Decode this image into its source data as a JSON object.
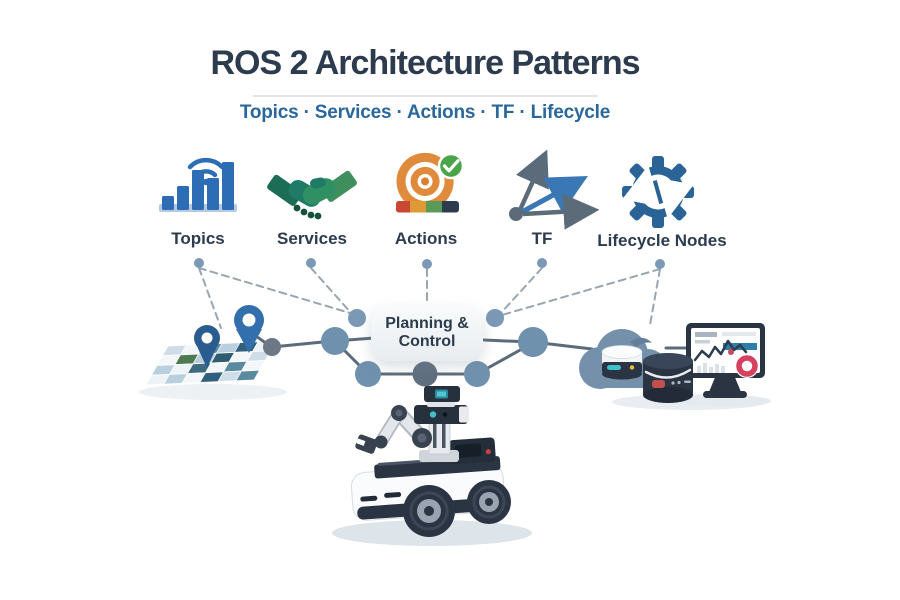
{
  "header": {
    "title": "ROS 2 Architecture Patterns",
    "subtitle": "Topics · Services · Actions · TF · Lifecycle"
  },
  "patterns": {
    "items": [
      {
        "label": "Topics",
        "icon": "bar-chart-wifi-icon"
      },
      {
        "label": "Services",
        "icon": "handshake-icon"
      },
      {
        "label": "Actions",
        "icon": "target-checkmark-icon"
      },
      {
        "label": "TF",
        "icon": "coordinate-axes-icon"
      },
      {
        "label": "Lifecycle Nodes",
        "icon": "gear-sync-icon"
      }
    ]
  },
  "diagram": {
    "central_node": {
      "label": "Planning & Control"
    },
    "illustrations": [
      {
        "name": "map-with-location-pins"
      },
      {
        "name": "cloud-database"
      },
      {
        "name": "database-cylinder"
      },
      {
        "name": "monitor-with-chart"
      },
      {
        "name": "mobile-robot-with-arm"
      }
    ]
  },
  "colors": {
    "title_navy": "#2c3b4e",
    "subtitle_blue": "#2a679c",
    "topics_blue": "#2d6db5",
    "services_green": "#2f9163",
    "actions_orange": "#e08a3c",
    "check_green": "#4aa54a",
    "tf_gray": "#5c6b7a",
    "tf_blue": "#3a78b5",
    "lifecycle_blue": "#2a6496",
    "node_blue": "#7091ad",
    "node_dark": "#5f6f80",
    "dashed_line": "#98a6b2",
    "solid_line": "#5c6b7a",
    "dark_navy_objects": "#2b3442",
    "cloud_blue": "#7590ab",
    "red_accent": "#d6415f",
    "teal_accent": "#3fc1c9"
  }
}
